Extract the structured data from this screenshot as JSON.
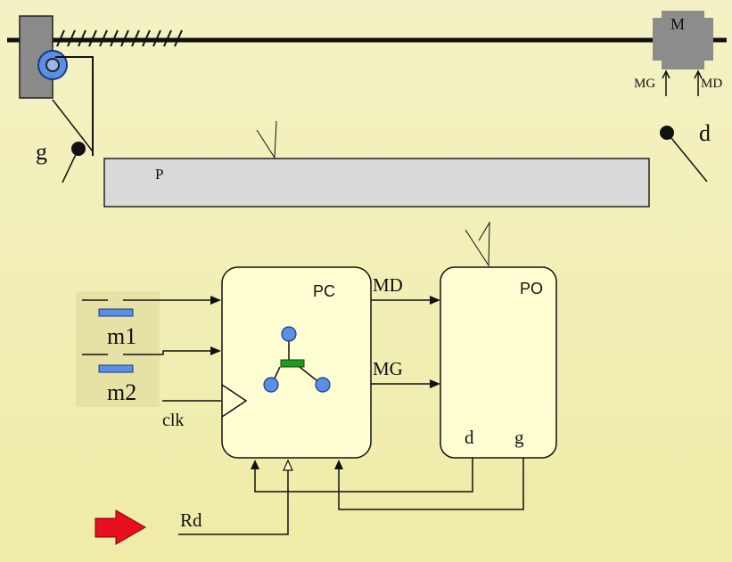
{
  "motor": {
    "label": "M",
    "arrow_left_label": "MG",
    "arrow_right_label": "MD"
  },
  "sensors": {
    "left_label": "g",
    "right_label": "d"
  },
  "platform": {
    "label": "P"
  },
  "buttons": {
    "m1_label": "m1",
    "m2_label": "m2"
  },
  "pc_block": {
    "title": "PC",
    "clock_label": "clk",
    "reset_label": "Rd"
  },
  "po_block": {
    "title": "PO",
    "input_d_label": "d",
    "input_g_label": "g"
  },
  "signals": {
    "md_label": "MD",
    "mg_label": "MG"
  },
  "colors": {
    "background": "#f2f0b4",
    "motor": "#8c8c8c",
    "block_fill": "#fefed2",
    "node": "#5b8fe6",
    "node_center": "#1e9a1e",
    "arrow": "#e8101e",
    "button_bar": "#5b8fe6",
    "platform": "#d9d9d9"
  }
}
